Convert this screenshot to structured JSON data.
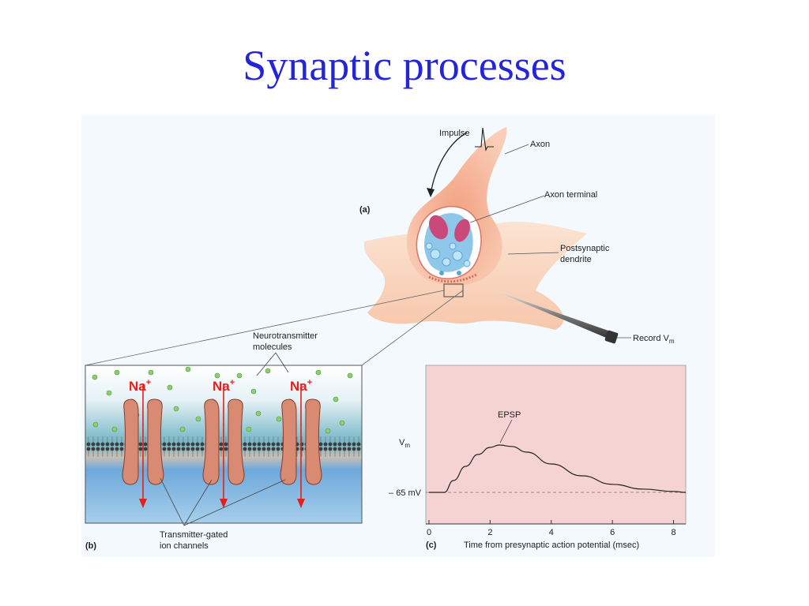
{
  "slide": {
    "title": "Synaptic processes"
  },
  "panel_a": {
    "label": "(a)",
    "impulse": "Impulse",
    "axon": "Axon",
    "axon_terminal": "Axon terminal",
    "postsynaptic_line1": "Postsynaptic",
    "postsynaptic_line2": "dendrite",
    "record_main": "Record V",
    "record_sub": "m"
  },
  "panel_b": {
    "label": "(b)",
    "neurotransmitter_line1": "Neurotransmitter",
    "neurotransmitter_line2": "molecules",
    "ion_main": "Na",
    "ion_sup": "+",
    "channels_line1": "Transmitter-gated",
    "channels_line2": "ion channels"
  },
  "panel_c": {
    "label": "(c)",
    "ylabel_main": "V",
    "ylabel_sub": "m",
    "baseline_label": "– 65 mV",
    "annotation": "EPSP",
    "xlabel": "Time from presynaptic action potential (msec)",
    "xticks": [
      "0",
      "2",
      "4",
      "6",
      "8"
    ]
  },
  "colors": {
    "title": "#2424d8",
    "epsp_background": "#f5d3d3",
    "sodium": "#e3201b",
    "channel": "#d98a72",
    "figure_background": "#f4f9fc"
  },
  "chart_data": {
    "type": "line",
    "title": "",
    "xlabel": "Time from presynaptic action potential (msec)",
    "ylabel": "Vm",
    "xlim": [
      0,
      8.4
    ],
    "xticks": [
      0,
      2,
      4,
      6,
      8
    ],
    "baseline": "– 65 mV",
    "annotation": "EPSP",
    "series": [
      {
        "x": [
          0,
          0.5,
          0.8,
          1.2,
          1.6,
          2.0,
          2.3,
          2.7,
          3.2,
          4.0,
          5.0,
          6.0,
          7.0,
          8.0,
          8.4
        ],
        "y": [
          0.0,
          0.0,
          0.25,
          0.55,
          0.8,
          0.95,
          1.0,
          0.97,
          0.85,
          0.6,
          0.35,
          0.17,
          0.07,
          0.02,
          0.0
        ]
      }
    ]
  }
}
